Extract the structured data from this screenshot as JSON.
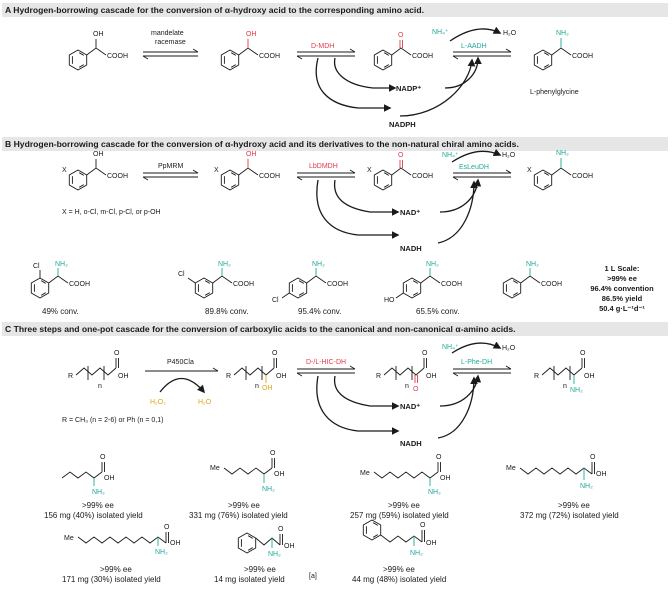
{
  "sections": {
    "a": {
      "title": "A Hydrogen-borrowing cascade for the conversion of α-hydroxy acid to the corresponding amino acid."
    },
    "b": {
      "title": "B Hydrogen-borrowing cascade for the conversion of α-hydroxy acid and its derivatives to the non-natural chiral amino acids."
    },
    "c": {
      "title": "C Three steps and one-pot cascade for the conversion of carboxylic acids to the canonical and non-canonical α-amino acids."
    }
  },
  "labels": {
    "oh": "OH",
    "cooh": "COOH",
    "nh2": "NH₂",
    "o": "O",
    "h2o": "H₂O",
    "nh4": "NH₄⁺",
    "me": "Me",
    "r": "R",
    "n": "n",
    "x": "X",
    "a_racemase_1": "mandelate",
    "a_racemase_2": "racemase",
    "a_mdh": "D-MDH",
    "a_aadh": "L-AADH",
    "a_nadp": "NADP⁺",
    "a_nadph": "NADPH",
    "a_product": "L-phenylglycine",
    "b_ppmrm": "PpMRM",
    "b_ldmdh": "LbDMDH",
    "b_esleudh": "EsLeuDH",
    "b_nad": "NAD⁺",
    "b_nadh": "NADH",
    "b_x_def": "X = H, o-Cl, m-Cl, p-Cl, or p-OH",
    "c_p450": "P450Cla",
    "c_h2o2": "H₂O₂",
    "c_h2o": "H₂O",
    "c_hicdh": "D-/L-HIC-DH",
    "c_phedh": "L-Phe-DH",
    "c_nad": "NAD⁺",
    "c_nadh": "NADH",
    "c_r_def": "R = CH₃ (n = 2-6) or Ph (n = 0,1)"
  },
  "b_products": [
    {
      "conv": "49% conv."
    },
    {
      "conv": "89.8% conv."
    },
    {
      "conv": "95.4% conv."
    },
    {
      "conv": "65.5% conv."
    }
  ],
  "b_scale": {
    "title": "1 L Scale:",
    "ee": ">99% ee",
    "convention": "96.4% convention",
    "yield": "86.5% yield",
    "rate": "50.4 g·L⁻¹d⁻¹"
  },
  "c_products": [
    {
      "ee": ">99% ee",
      "yield": "156 mg (40%) isolated yield"
    },
    {
      "ee": ">99% ee",
      "yield": "331 mg (76%) isolated yield"
    },
    {
      "ee": ">99% ee",
      "yield": "257 mg (59%) isolated yield"
    },
    {
      "ee": ">99% ee",
      "yield": "372 mg (72%) isolated yield"
    },
    {
      "ee": ">99% ee",
      "yield": "171 mg (30%) isolated yield"
    },
    {
      "ee": ">99% ee",
      "yield": "14 mg isolated yield",
      "note": "[a]"
    },
    {
      "ee": ">99% ee",
      "yield": "44 mg (48%) isolated yield"
    }
  ],
  "colors": {
    "red": "#e23b4a",
    "teal": "#22a99a",
    "gold": "#e3a418",
    "bar": "#e6e6e6"
  }
}
